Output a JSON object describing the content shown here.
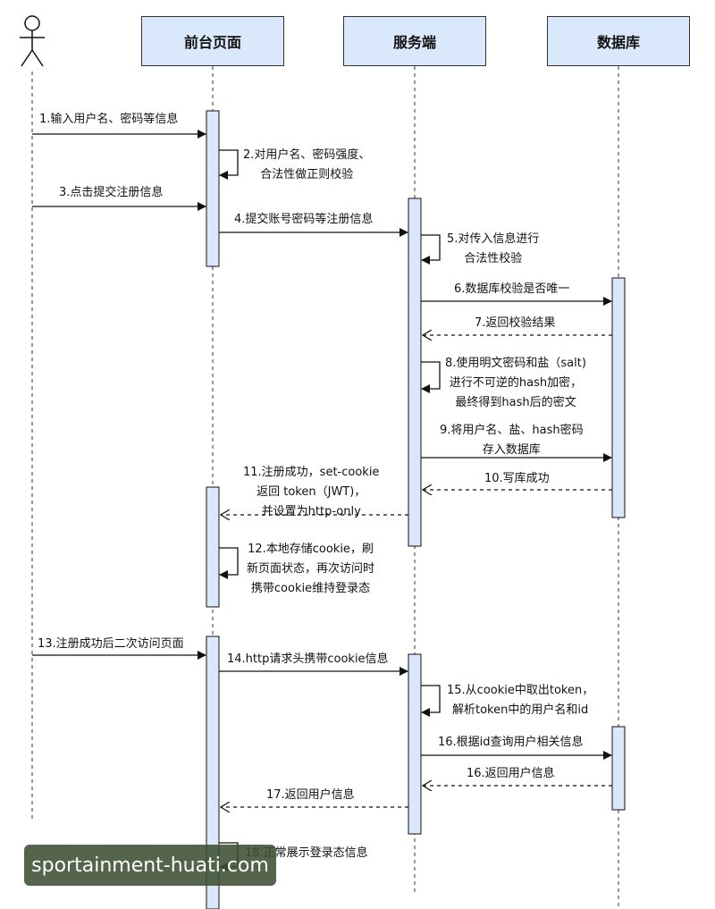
{
  "participants": {
    "frontend": "前台页面",
    "server": "服务端",
    "database": "数据库"
  },
  "messages": [
    {
      "id": "m1",
      "lines": [
        "1.输入用户名、密码等信息"
      ]
    },
    {
      "id": "m2",
      "lines": [
        "2.对用户名、密码强度、",
        "合法性做正则校验"
      ]
    },
    {
      "id": "m3",
      "lines": [
        "3.点击提交注册信息"
      ]
    },
    {
      "id": "m4",
      "lines": [
        "4.提交账号密码等注册信息"
      ]
    },
    {
      "id": "m5",
      "lines": [
        "5.对传入信息进行",
        "合法性校验"
      ]
    },
    {
      "id": "m6",
      "lines": [
        "6.数据库校验是否唯一"
      ]
    },
    {
      "id": "m7",
      "lines": [
        "7.返回校验结果"
      ]
    },
    {
      "id": "m8",
      "lines": [
        "8.使用明文密码和盐（salt)",
        "进行不可逆的hash加密，",
        "最终得到hash后的密文"
      ]
    },
    {
      "id": "m9",
      "lines": [
        "9.将用户名、盐、hash密码",
        "存入数据库"
      ]
    },
    {
      "id": "m10",
      "lines": [
        "10.写库成功"
      ]
    },
    {
      "id": "m11",
      "lines": [
        "11.注册成功，set-cookie",
        "返回 token（JWT)，",
        "并设置为http-only"
      ]
    },
    {
      "id": "m12",
      "lines": [
        "12.本地存储cookie，刷",
        "新页面状态，再次访问时",
        "携带cookie维持登录态"
      ]
    },
    {
      "id": "m13",
      "lines": [
        "13.注册成功后二次访问页面"
      ]
    },
    {
      "id": "m14",
      "lines": [
        "14.http请求头携带cookie信息"
      ]
    },
    {
      "id": "m15",
      "lines": [
        "15.从cookie中取出token，",
        "解析token中的用户名和id"
      ]
    },
    {
      "id": "m16a",
      "lines": [
        "16.根据id查询用户相关信息"
      ]
    },
    {
      "id": "m16b",
      "lines": [
        "16.返回用户信息"
      ]
    },
    {
      "id": "m17",
      "lines": [
        "17.返回用户信息"
      ]
    },
    {
      "id": "m18",
      "lines": [
        "18.正常展示登录态信息"
      ]
    }
  ],
  "watermark": "sportainment-huati.com",
  "colors": {
    "participant_fill": "#dae8fc",
    "activation_fill": "#dae8fc",
    "stroke": "#111111"
  }
}
